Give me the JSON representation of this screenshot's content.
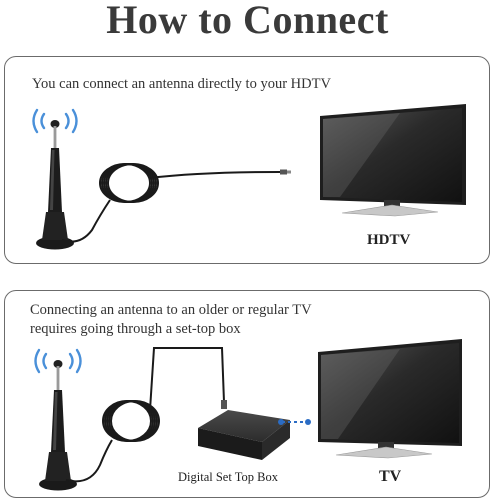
{
  "title": "How to Connect",
  "section1": {
    "caption": "You can connect an antenna directly to your HDTV",
    "tv_label": "HDTV"
  },
  "section2": {
    "caption_line1": "Connecting an antenna to an older or regular TV",
    "caption_line2": "requires going through a set-top box",
    "box_label": "Digital Set Top Box",
    "tv_label": "TV"
  },
  "colors": {
    "signal_waves": "#4a90d9",
    "dashed_link": "#2b6cc4",
    "tv_body": "#222222",
    "panel_border": "#6b6b6b"
  },
  "icons": [
    "antenna-icon",
    "signal-waves-icon",
    "coax-cable-icon",
    "tv-icon",
    "set-top-box-icon"
  ]
}
